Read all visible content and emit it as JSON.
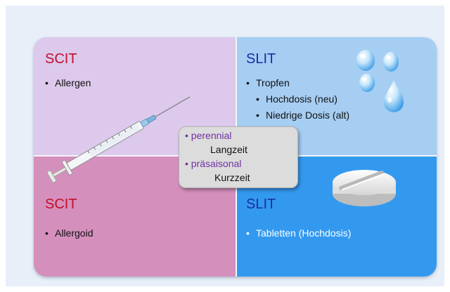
{
  "quadrants": {
    "top_left": {
      "title": "SCIT",
      "items": [
        "Allergen"
      ]
    },
    "top_right": {
      "title": "SLIT",
      "items": [
        "Tropfen",
        "Hochdosis (neu)",
        "Niedrige Dosis (alt)"
      ]
    },
    "bottom_left": {
      "title": "SCIT",
      "items": [
        "Allergoid"
      ]
    },
    "bottom_right": {
      "title": "SLIT",
      "items": [
        "Tabletten (Hochdosis)"
      ]
    }
  },
  "bullet": "•",
  "popup": {
    "perennial": "perennial",
    "perennial_sub": "Langzeit",
    "seasonal": "präsaisonal",
    "seasonal_sub": "Kurzzeit"
  },
  "icons": [
    "syringe-icon",
    "water-drops-icon",
    "tablet-icon"
  ],
  "colors": {
    "scit_title": "#c0102a",
    "slit_title": "#1a2ea8",
    "top_left_bg": "#dcc9ec",
    "top_right_bg": "#a6cdf2",
    "bottom_left_bg": "#d58fbd",
    "bottom_right_bg": "#3399ef",
    "popup_label": "#7130a3"
  }
}
